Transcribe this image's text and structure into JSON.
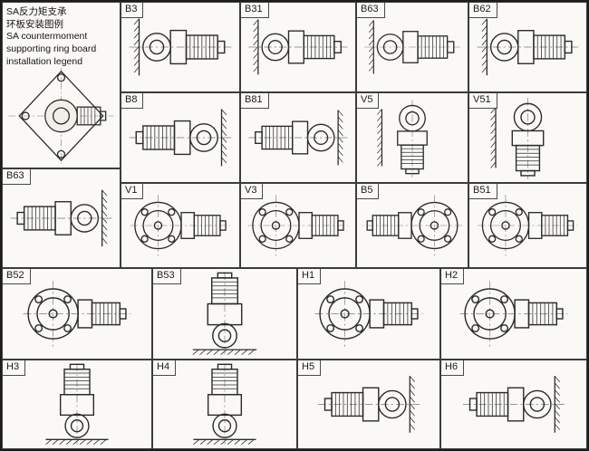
{
  "legend": {
    "title_cn_1": "SA反力矩支承",
    "title_cn_2": "环板安装图例",
    "title_en_1": "SA countermoment",
    "title_en_2": "supporting ring board",
    "title_en_3": "installation legend"
  },
  "cells": [
    {
      "label": "B3",
      "variant": "h-motor-right"
    },
    {
      "label": "B31",
      "variant": "h-motor-right"
    },
    {
      "label": "B63",
      "variant": "h-motor-right"
    },
    {
      "label": "B62",
      "variant": "h-motor-right"
    },
    {
      "label": "B8",
      "variant": "h-motor-left"
    },
    {
      "label": "B81",
      "variant": "h-motor-left"
    },
    {
      "label": "V5",
      "variant": "v-motor-bottom"
    },
    {
      "label": "V51",
      "variant": "v-motor-bottom"
    },
    {
      "label": "B63",
      "variant": "h-motor-left"
    },
    {
      "label": "V1",
      "variant": "front-motor-right"
    },
    {
      "label": "V3",
      "variant": "front-motor-right"
    },
    {
      "label": "B5",
      "variant": "front-motor-left"
    },
    {
      "label": "B51",
      "variant": "front-motor-right"
    },
    {
      "label": "B52",
      "variant": "front-motor-right"
    },
    {
      "label": "B53",
      "variant": "v-motor-top"
    },
    {
      "label": "H1",
      "variant": "front-motor-right"
    },
    {
      "label": "H2",
      "variant": "front-motor-right"
    },
    {
      "label": "H3",
      "variant": "v-motor-top"
    },
    {
      "label": "H4",
      "variant": "v-motor-top"
    },
    {
      "label": "H5",
      "variant": "h-motor-left"
    },
    {
      "label": "H6",
      "variant": "h-motor-left"
    }
  ]
}
